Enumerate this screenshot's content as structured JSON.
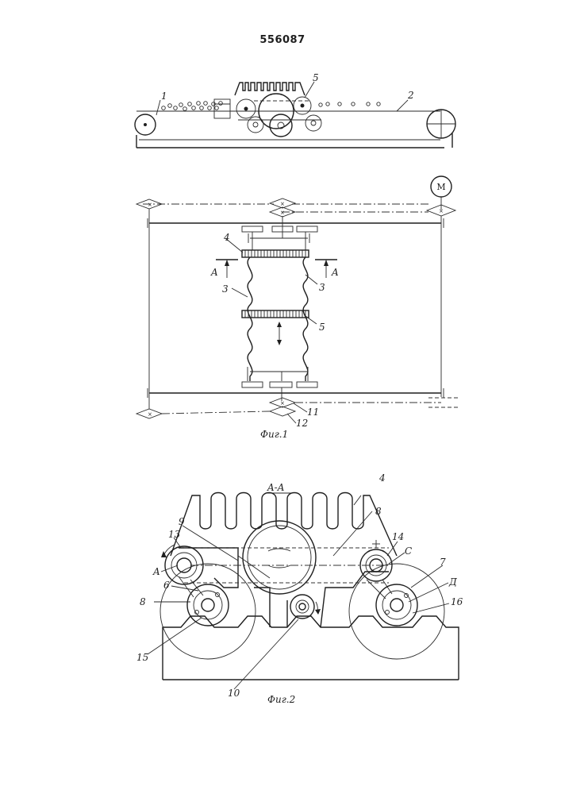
{
  "patent_number": "556087",
  "figure1": {
    "caption": "Фиг.1",
    "labels": {
      "l1": "1",
      "l2": "2",
      "l3a": "3",
      "l3b": "3",
      "l4": "4",
      "l5": "5",
      "l11": "11",
      "l12": "12",
      "motor": "M",
      "sectionA_left": "A",
      "sectionA_right": "A"
    }
  },
  "figure2": {
    "caption": "Фиг.2",
    "section_title": "A-A",
    "labels": {
      "l4": "4",
      "l6": "6",
      "l7": "7",
      "l8a": "8",
      "l8b": "8",
      "l9": "9",
      "l10": "10",
      "l13": "13",
      "l14": "14",
      "l15": "15",
      "l16": "16",
      "pA": "A",
      "pC": "C",
      "pD": "Д"
    }
  }
}
